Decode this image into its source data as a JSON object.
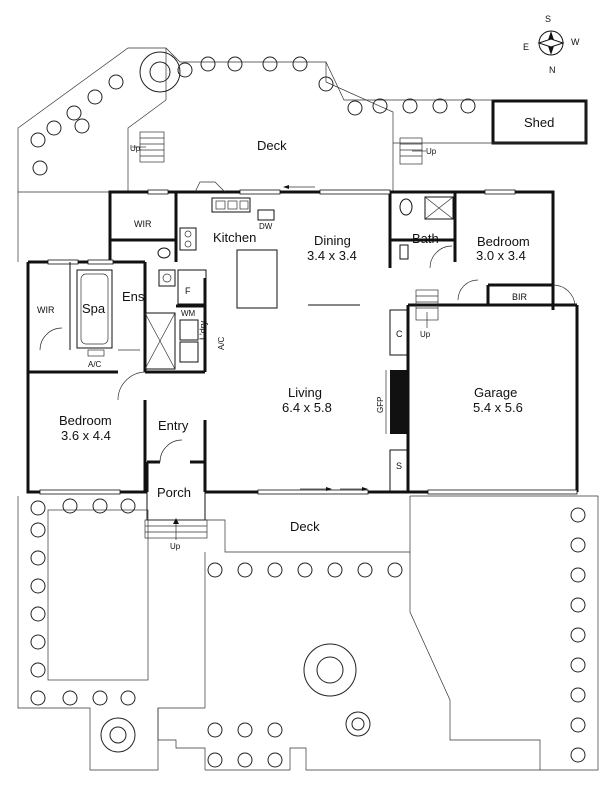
{
  "compass": {
    "s": "S",
    "w": "W",
    "e": "E",
    "n": "N"
  },
  "rooms": {
    "shed": "Shed",
    "deck_top": "Deck",
    "up_left": "Up",
    "up_right": "Up",
    "up_garage": "Up",
    "up_porch": "Up",
    "wir_top": "WIR",
    "dw": "DW",
    "kitchen": "Kitchen",
    "dining": "Dining",
    "dining_dim": "3.4 x 3.4",
    "bath": "Bath",
    "bedroom_right": "Bedroom",
    "bedroom_right_dim": "3.0 x 3.4",
    "bir": "BIR",
    "wir_left": "WIR",
    "spa": "Spa",
    "ens": "Ens",
    "fridge": "F",
    "wm": "WM",
    "ldry": "L'dry",
    "ac_ldry": "A/C",
    "ac_ens": "A/C",
    "cupboard_c": "C",
    "gfp": "GFP",
    "storage_s": "S",
    "living": "Living",
    "living_dim": "6.4 x 5.8",
    "garage": "Garage",
    "garage_dim": "5.4 x 5.6",
    "bedroom_left": "Bedroom",
    "bedroom_left_dim": "3.6 x 4.4",
    "entry": "Entry",
    "porch": "Porch",
    "deck_bottom": "Deck"
  }
}
